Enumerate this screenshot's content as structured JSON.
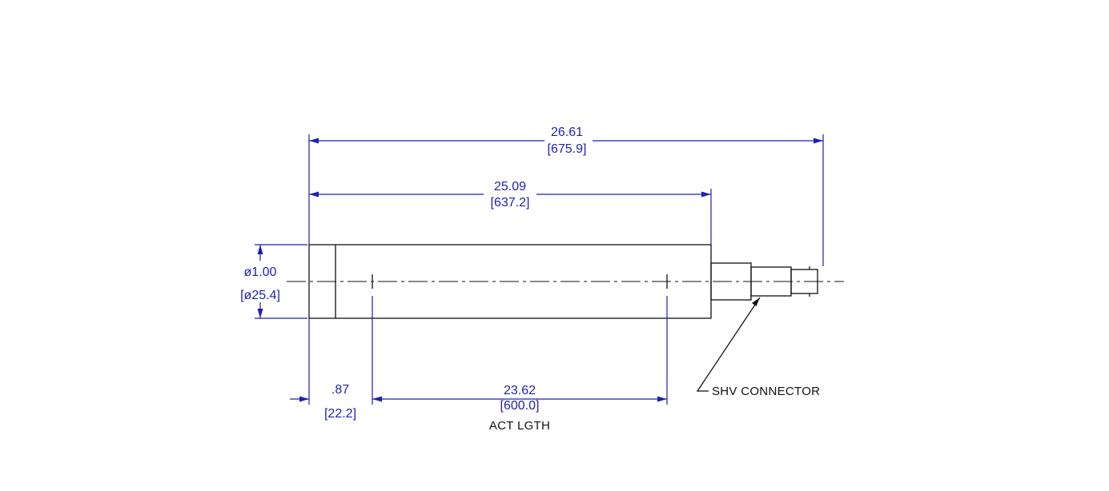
{
  "dimensions": {
    "overall_length": {
      "inch": "26.61",
      "mm": "[675.9]"
    },
    "body_length": {
      "inch": "25.09",
      "mm": "[637.2]"
    },
    "diameter": {
      "inch": "ø1.00",
      "mm": "[ø25.4]"
    },
    "end_offset": {
      "inch": ".87",
      "mm": "[22.2]"
    },
    "active_length": {
      "inch": "23.62",
      "mm": "[600.0]"
    }
  },
  "notes": {
    "active_length_label": "ACT LGTH",
    "connector_label": "SHV CONNECTOR"
  },
  "colors": {
    "dimension": "#1f1fb4",
    "object": "#111111",
    "background": "#ffffff"
  }
}
